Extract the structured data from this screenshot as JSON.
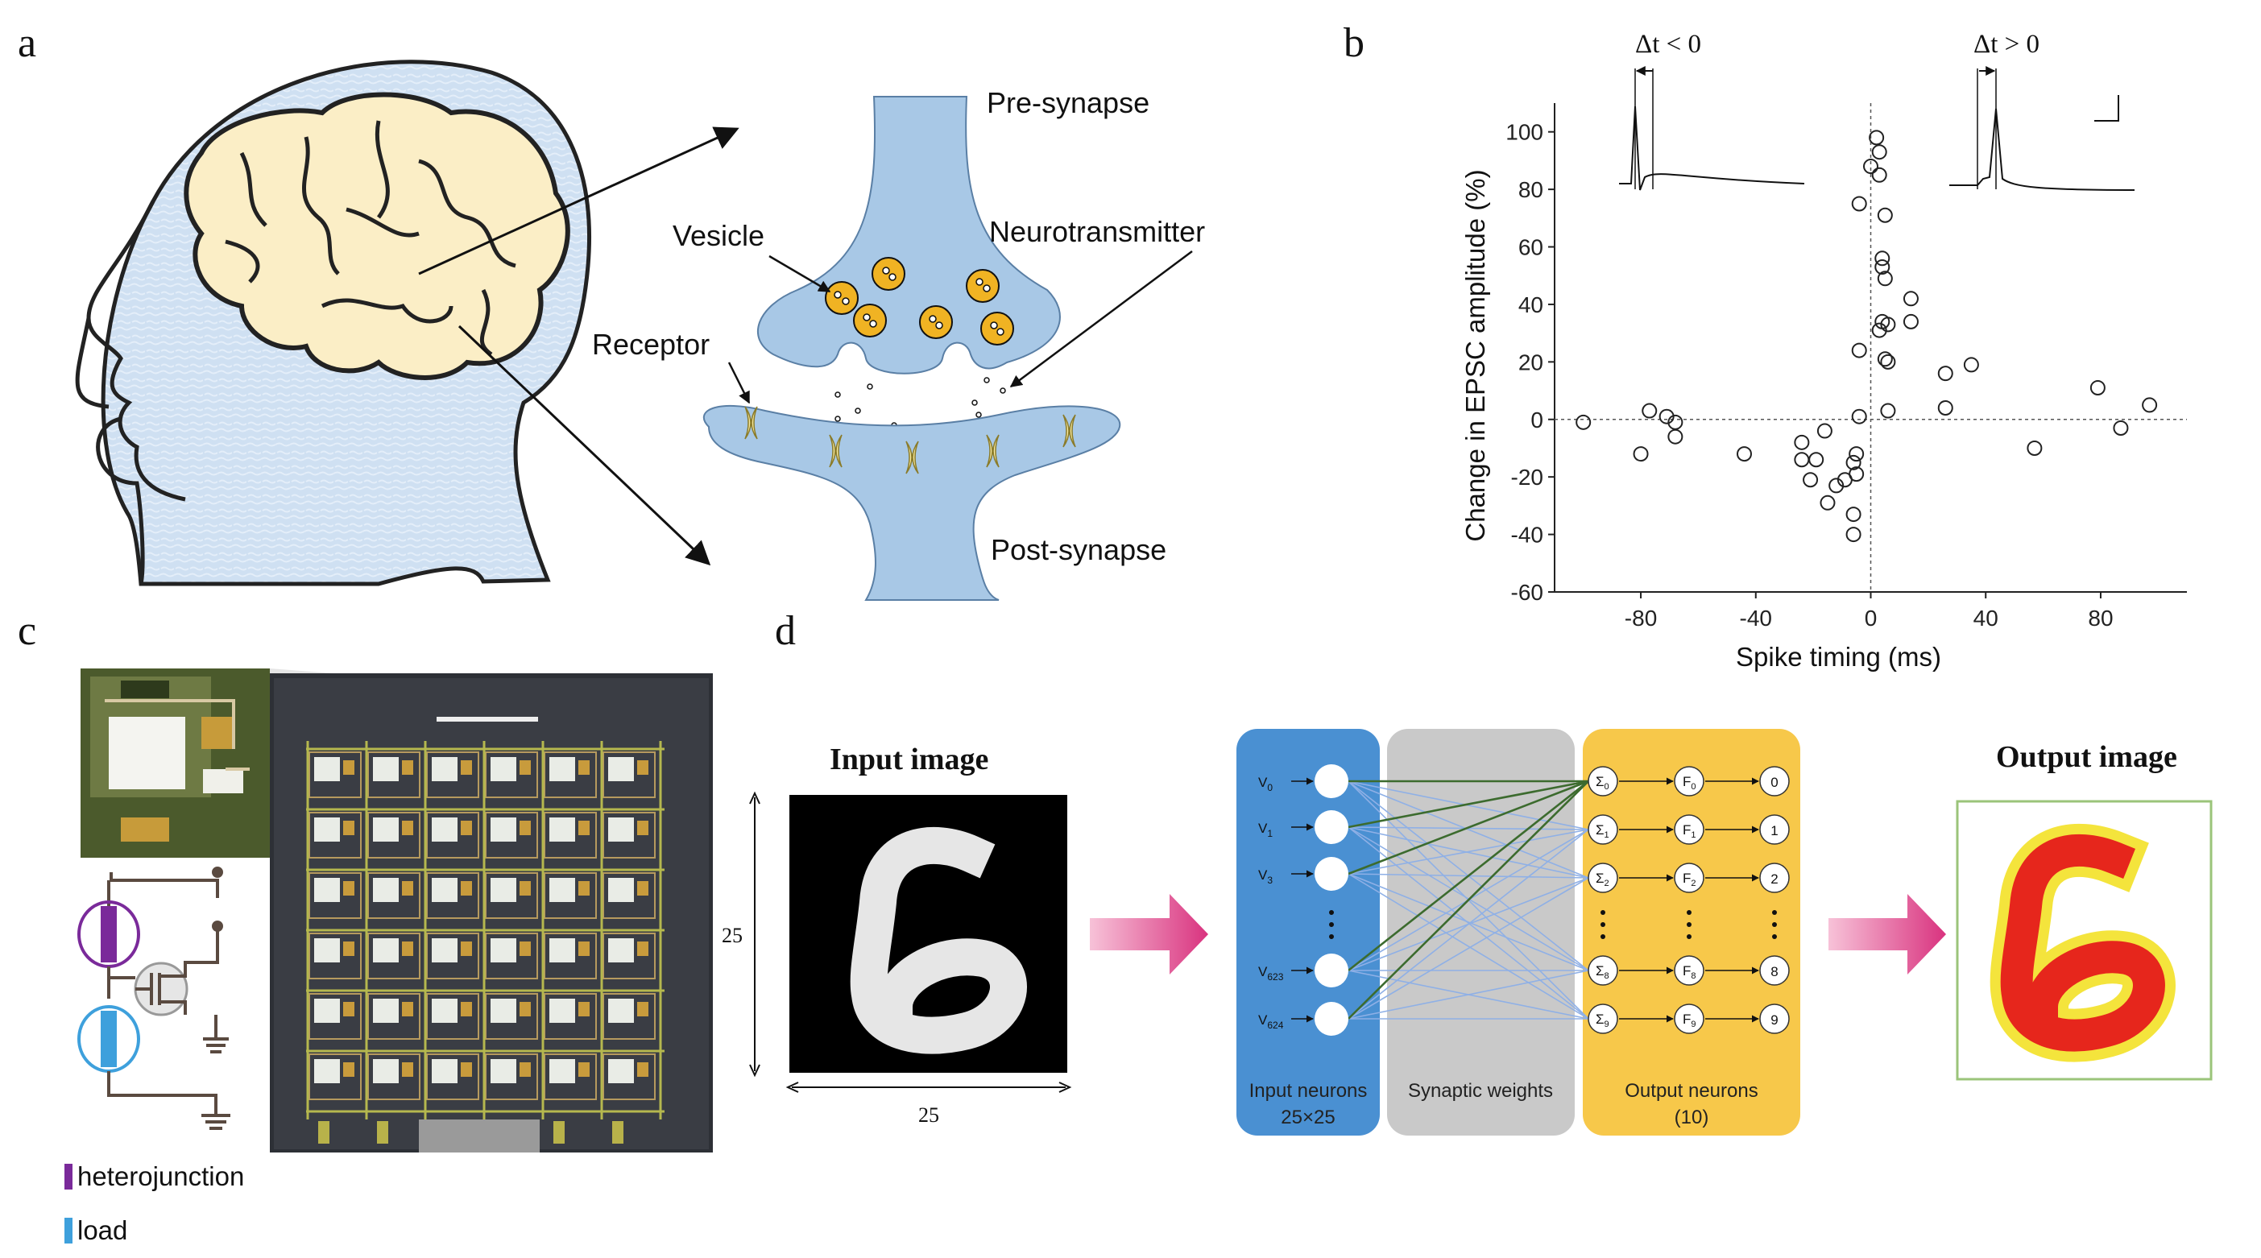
{
  "panels": {
    "a": {
      "letter": "a",
      "pre_synapse": "Pre-synapse",
      "vesicle": "Vesicle",
      "neurotransmitter": "Neurotransmitter",
      "receptor": "Receptor",
      "post_synapse": "Post-synapse"
    },
    "b": {
      "letter": "b",
      "inset_left_label": "Δt < 0",
      "inset_right_label": "Δt > 0"
    },
    "c": {
      "letter": "c",
      "legend": [
        {
          "label": "heterojunction",
          "color": "#7a2a9a"
        },
        {
          "label": "load",
          "color": "#3ea0dc"
        }
      ]
    },
    "d": {
      "letter": "d",
      "input_title": "Input image",
      "output_title": "Output image",
      "dim_vertical": "25",
      "dim_horizontal": "25",
      "input_neurons_title": "Input neurons",
      "input_neurons_sub": "25×25",
      "synaptic_title": "Synaptic weights",
      "output_neurons_title": "Output neurons",
      "output_neurons_sub": "(10)",
      "input_labels": [
        {
          "base": "V",
          "sub": "0"
        },
        {
          "base": "V",
          "sub": "1"
        },
        {
          "base": "V",
          "sub": "3"
        },
        {
          "base": "V",
          "sub": "623"
        },
        {
          "base": "V",
          "sub": "624"
        }
      ],
      "sum_labels": [
        {
          "base": "Σ",
          "sub": "0"
        },
        {
          "base": "Σ",
          "sub": "1"
        },
        {
          "base": "Σ",
          "sub": "2"
        },
        {
          "base": "Σ",
          "sub": "8"
        },
        {
          "base": "Σ",
          "sub": "9"
        }
      ],
      "f_labels": [
        {
          "base": "F",
          "sub": "0"
        },
        {
          "base": "F",
          "sub": "1"
        },
        {
          "base": "F",
          "sub": "2"
        },
        {
          "base": "F",
          "sub": "8"
        },
        {
          "base": "F",
          "sub": "9"
        }
      ],
      "digits": [
        "0",
        "1",
        "2",
        "8",
        "9"
      ],
      "colors": {
        "input_box": "#4a90d2",
        "synapse_box": "#c9c9c9",
        "output_box": "#f7c84a",
        "arrow": "#e0559a"
      }
    }
  },
  "chart_data": {
    "type": "scatter",
    "xlabel": "Spike timing (ms)",
    "ylabel": "Change in EPSC amplitude (%)",
    "xlim": [
      -110,
      110
    ],
    "ylim": [
      -60,
      110
    ],
    "xticks": [
      -80,
      -40,
      0,
      40,
      80
    ],
    "yticks": [
      -60,
      -40,
      -20,
      0,
      20,
      40,
      60,
      80,
      100
    ],
    "series": [
      {
        "points": [
          [
            -100,
            -1
          ],
          [
            -80,
            -12
          ],
          [
            -77,
            3
          ],
          [
            -71,
            1
          ],
          [
            -68,
            -6
          ],
          [
            -68,
            -1
          ],
          [
            -44,
            -12
          ],
          [
            -24,
            -8
          ],
          [
            -24,
            -14
          ],
          [
            -21,
            -21
          ],
          [
            -19,
            -14
          ],
          [
            -16,
            -4
          ],
          [
            -15,
            -29
          ],
          [
            -12,
            -23
          ],
          [
            -9,
            -21
          ],
          [
            -6,
            -33
          ],
          [
            -6,
            -40
          ],
          [
            -6,
            -15
          ],
          [
            -5,
            -12
          ],
          [
            -5,
            -19
          ],
          [
            -4,
            1
          ],
          [
            -4,
            24
          ],
          [
            -4,
            75
          ],
          [
            0,
            88
          ],
          [
            2,
            98
          ],
          [
            3,
            93
          ],
          [
            3,
            85
          ],
          [
            3,
            31
          ],
          [
            4,
            56
          ],
          [
            4,
            53
          ],
          [
            4,
            34
          ],
          [
            5,
            71
          ],
          [
            5,
            49
          ],
          [
            5,
            21
          ],
          [
            6,
            33
          ],
          [
            6,
            20
          ],
          [
            6,
            3
          ],
          [
            14,
            42
          ],
          [
            14,
            34
          ],
          [
            26,
            16
          ],
          [
            26,
            4
          ],
          [
            35,
            19
          ],
          [
            57,
            -10
          ],
          [
            79,
            11
          ],
          [
            87,
            -3
          ],
          [
            97,
            5
          ]
        ]
      }
    ]
  }
}
